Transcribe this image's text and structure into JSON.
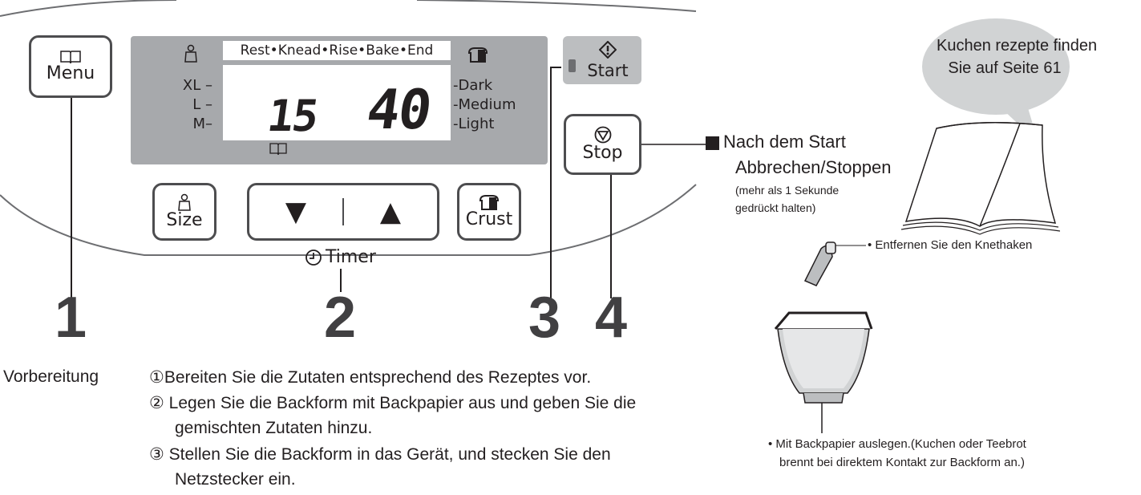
{
  "panel": {
    "phases": "Rest•Knead•Rise•Bake•End",
    "sizes": [
      "XL",
      "L",
      "M"
    ],
    "crusts": [
      "Dark",
      "Medium",
      "Light"
    ],
    "digits_left": "15",
    "digits_right": "40"
  },
  "buttons": {
    "menu": "Menu",
    "size": "Size",
    "crust": "Crust",
    "start": "Start",
    "stop": "Stop",
    "timer": "Timer",
    "arrow_down": "▼",
    "arrow_up": "▲"
  },
  "steps": [
    "1",
    "2",
    "3",
    "4"
  ],
  "stop_note": {
    "title": "Nach dem Start",
    "subtitle": "Abbrechen/Stoppen",
    "hint_line1": "(mehr als 1 Sekunde",
    "hint_line2": "gedrückt halten)"
  },
  "bubble": {
    "line1": "Kuchen rezepte finden",
    "line2": "Sie auf Seite 61"
  },
  "pan_notes": {
    "paddle": "• Entfernen Sie den Knethaken",
    "paper_line1": "• Mit Backpapier auslegen.(Kuchen oder Teebrot",
    "paper_line2": "brennt bei direktem Kontakt zur Backform an.)"
  },
  "preparation": {
    "label": "Vorbereitung",
    "steps": [
      "①Bereiten Sie die Zutaten entsprechend des Rezeptes vor.",
      "② Legen Sie die Backform mit Backpapier aus und geben Sie die",
      "gemischten Zutaten hinzu.",
      "③ Stellen Sie die Backform in das Gerät, und stecken Sie den",
      "Netzstecker ein."
    ]
  },
  "colors": {
    "panel_gray": "#a7a9ac",
    "button_border": "#4d4d4f",
    "start_gray": "#bcbec0",
    "bubble_gray": "#d1d3d4",
    "digit_color": "#231f20"
  }
}
